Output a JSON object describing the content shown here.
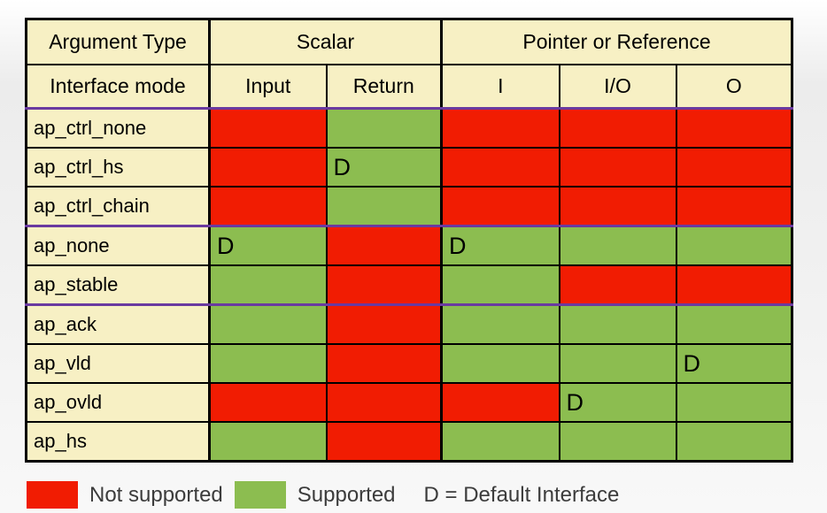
{
  "colors": {
    "red": "#f11c02",
    "green": "#8cbd50",
    "cream": "#f7f0c4",
    "purple": "#6a3aa0",
    "text": "#3c3c3c"
  },
  "chart_data": {
    "type": "table",
    "corner_headers": {
      "top": "Argument Type",
      "bottom": "Interface mode"
    },
    "column_groups": [
      {
        "label": "Scalar",
        "columns": [
          "Input",
          "Return"
        ]
      },
      {
        "label": "Pointer or Reference",
        "columns": [
          "I",
          "I/O",
          "O"
        ]
      }
    ],
    "columns": [
      "Input",
      "Return",
      "I",
      "I/O",
      "O"
    ],
    "rows": [
      {
        "label": "ap_ctrl_none",
        "cells": [
          {
            "state": "not_supported",
            "mark": ""
          },
          {
            "state": "supported",
            "mark": ""
          },
          {
            "state": "not_supported",
            "mark": ""
          },
          {
            "state": "not_supported",
            "mark": ""
          },
          {
            "state": "not_supported",
            "mark": ""
          }
        ]
      },
      {
        "label": "ap_ctrl_hs",
        "cells": [
          {
            "state": "not_supported",
            "mark": ""
          },
          {
            "state": "supported",
            "mark": "D"
          },
          {
            "state": "not_supported",
            "mark": ""
          },
          {
            "state": "not_supported",
            "mark": ""
          },
          {
            "state": "not_supported",
            "mark": ""
          }
        ]
      },
      {
        "label": "ap_ctrl_chain",
        "group_end": "true",
        "cells": [
          {
            "state": "not_supported",
            "mark": ""
          },
          {
            "state": "supported",
            "mark": ""
          },
          {
            "state": "not_supported",
            "mark": ""
          },
          {
            "state": "not_supported",
            "mark": ""
          },
          {
            "state": "not_supported",
            "mark": ""
          }
        ]
      },
      {
        "label": "ap_none",
        "cells": [
          {
            "state": "supported",
            "mark": "D"
          },
          {
            "state": "not_supported",
            "mark": ""
          },
          {
            "state": "supported",
            "mark": "D"
          },
          {
            "state": "supported",
            "mark": ""
          },
          {
            "state": "supported",
            "mark": ""
          }
        ]
      },
      {
        "label": "ap_stable",
        "group_end": "true",
        "cells": [
          {
            "state": "supported",
            "mark": ""
          },
          {
            "state": "not_supported",
            "mark": ""
          },
          {
            "state": "supported",
            "mark": ""
          },
          {
            "state": "not_supported",
            "mark": ""
          },
          {
            "state": "not_supported",
            "mark": ""
          }
        ]
      },
      {
        "label": "ap_ack",
        "cells": [
          {
            "state": "supported",
            "mark": ""
          },
          {
            "state": "not_supported",
            "mark": ""
          },
          {
            "state": "supported",
            "mark": ""
          },
          {
            "state": "supported",
            "mark": ""
          },
          {
            "state": "supported",
            "mark": ""
          }
        ]
      },
      {
        "label": "ap_vld",
        "cells": [
          {
            "state": "supported",
            "mark": ""
          },
          {
            "state": "not_supported",
            "mark": ""
          },
          {
            "state": "supported",
            "mark": ""
          },
          {
            "state": "supported",
            "mark": ""
          },
          {
            "state": "supported",
            "mark": "D"
          }
        ]
      },
      {
        "label": "ap_ovld",
        "cells": [
          {
            "state": "not_supported",
            "mark": ""
          },
          {
            "state": "not_supported",
            "mark": ""
          },
          {
            "state": "not_supported",
            "mark": ""
          },
          {
            "state": "supported",
            "mark": "D"
          },
          {
            "state": "supported",
            "mark": ""
          }
        ]
      },
      {
        "label": "ap_hs",
        "cells": [
          {
            "state": "supported",
            "mark": ""
          },
          {
            "state": "not_supported",
            "mark": ""
          },
          {
            "state": "supported",
            "mark": ""
          },
          {
            "state": "supported",
            "mark": ""
          },
          {
            "state": "supported",
            "mark": ""
          }
        ]
      }
    ],
    "legend": {
      "not_supported_label": "Not supported",
      "supported_label": "Supported",
      "default_label": "D = Default Interface"
    }
  }
}
